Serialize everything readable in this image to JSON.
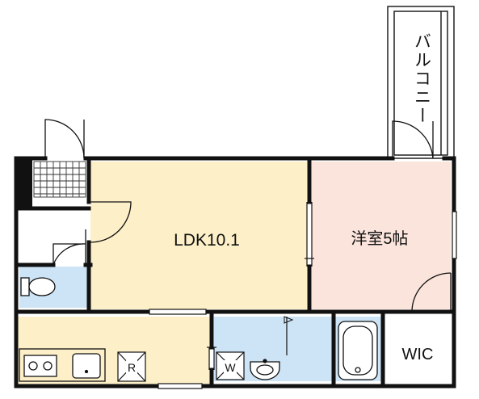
{
  "rooms": {
    "ldk": "LDK10.1",
    "western_room": "洋室5帖",
    "balcony": "バルコニー",
    "wic": "WIC",
    "refrigerator": "R",
    "washer": "W"
  },
  "colors": {
    "ldk_fill": "#fdf0c8",
    "western_fill": "#fbe4dc",
    "wet_fill": "#cde4f6",
    "wall": "#111111",
    "tile": "#222222"
  }
}
